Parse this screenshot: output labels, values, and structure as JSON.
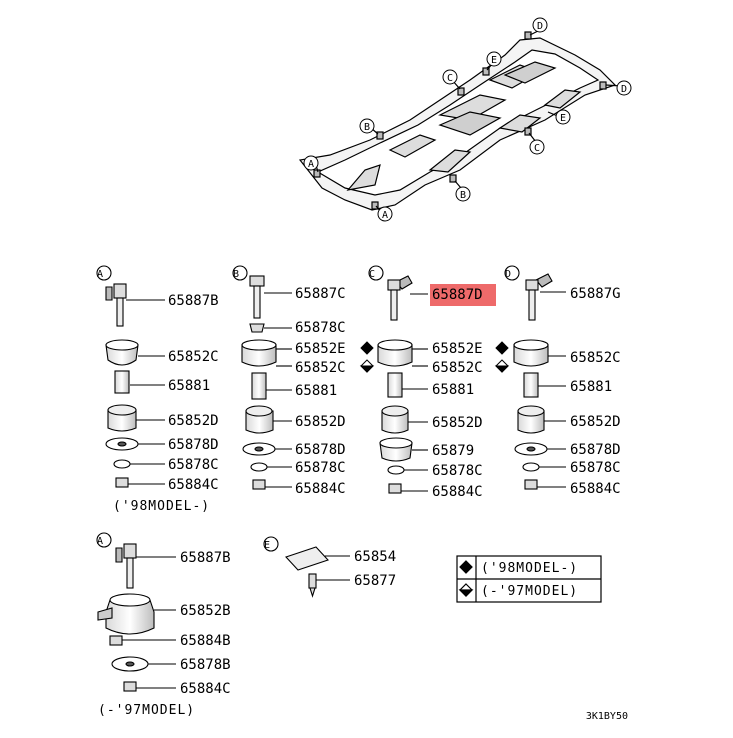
{
  "diagram": {
    "frame_markers": [
      "D",
      "E",
      "C",
      "D",
      "B",
      "E",
      "C",
      "A",
      "B",
      "A"
    ],
    "sections": {
      "A1": {
        "marker": "A",
        "parts": [
          "65887B",
          "65852C",
          "65881",
          "65852D",
          "65878D",
          "65878C",
          "65884C"
        ],
        "caption": "('98MODEL-)"
      },
      "B": {
        "marker": "B",
        "parts": [
          "65887C",
          "65878C",
          "65852E",
          "65852C",
          "65881",
          "65852D",
          "65878D",
          "65878C",
          "65884C"
        ]
      },
      "C": {
        "marker": "C",
        "parts": [
          "65887D",
          "65852E",
          "65852C",
          "65881",
          "65852D",
          "65879",
          "65878C",
          "65884C"
        ],
        "highlight_color": "#ee6a6a"
      },
      "D": {
        "marker": "D",
        "parts": [
          "65887G",
          "65852C",
          "65881",
          "65852D",
          "65878D",
          "65878C",
          "65884C"
        ]
      },
      "A2": {
        "marker": "A",
        "parts": [
          "65887B",
          "65852B",
          "65884B",
          "65878B",
          "65884C"
        ],
        "caption": "(-'97MODEL)"
      },
      "E": {
        "marker": "E",
        "parts": [
          "65854",
          "65877"
        ]
      }
    },
    "legend": [
      {
        "symbol": "black-diamond",
        "text": "('98MODEL-)"
      },
      {
        "symbol": "half-diamond",
        "text": "(-'97MODEL)"
      }
    ],
    "footer_code": "3K1BY50"
  }
}
